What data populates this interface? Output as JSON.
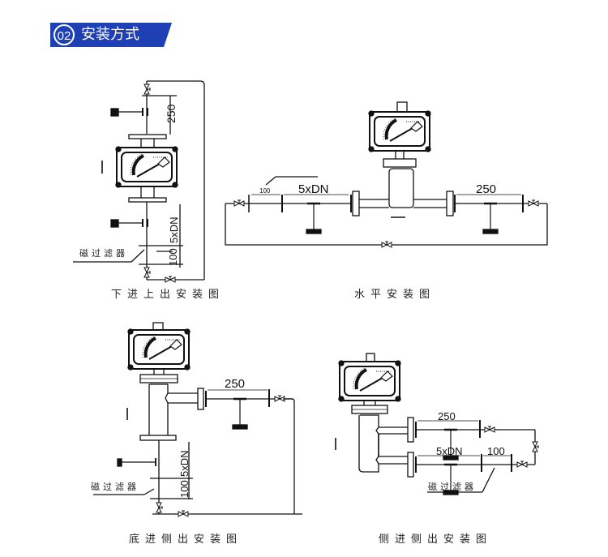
{
  "header": {
    "number": "02",
    "title": "安装方式",
    "accent_color": "#1f3fb5"
  },
  "diagrams": [
    {
      "caption": "下进上出安装图",
      "dims": [
        "250",
        "5xDN",
        "100"
      ],
      "filter_label": "磁过滤器"
    },
    {
      "caption": "水平安装图",
      "dims": [
        "100",
        "5xDN",
        "250"
      ]
    },
    {
      "caption": "底进侧出安装图",
      "dims": [
        "250",
        "5xDN",
        "100"
      ],
      "filter_label": "磁过滤器"
    },
    {
      "caption": "侧进侧出安装图",
      "dims": [
        "250",
        "5xDN",
        "100"
      ],
      "filter_label": "磁过滤器"
    }
  ]
}
